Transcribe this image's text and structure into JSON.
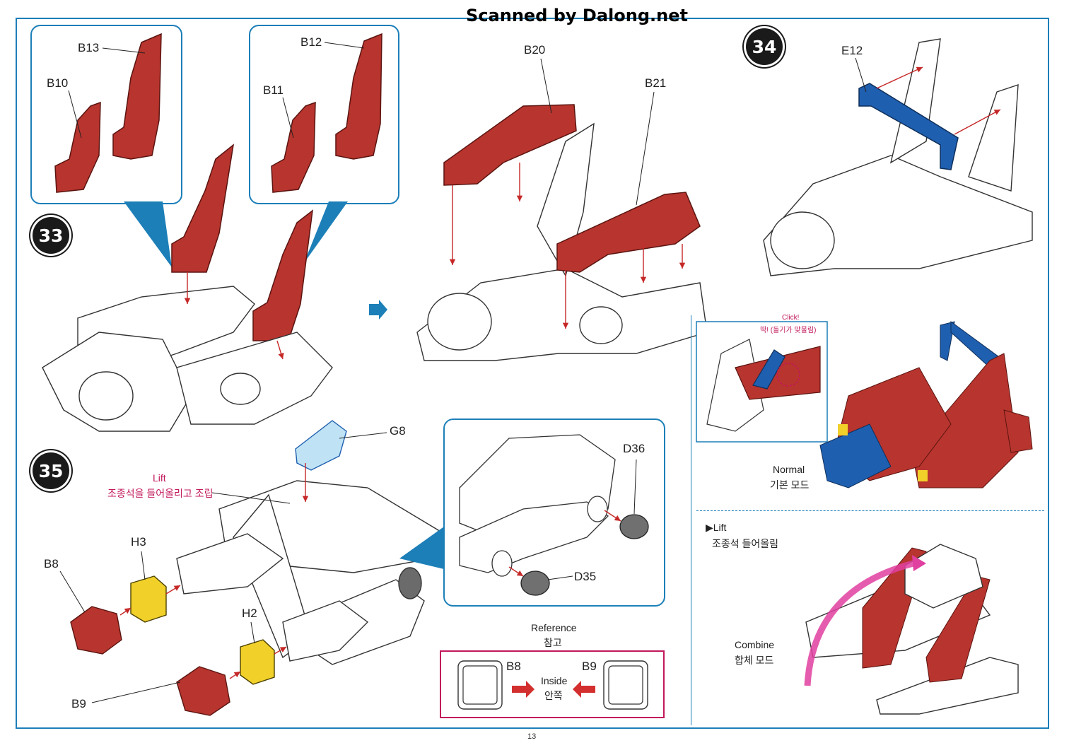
{
  "watermark": "Scanned by Dalong.net",
  "page_number": "13",
  "colors": {
    "red": "#b8342e",
    "blue": "#1f5fb0",
    "yellow": "#f1d02a",
    "accent": "#1c7fb8",
    "pink": "#c2185b",
    "gray": "#6b6b6b"
  },
  "steps": {
    "s33": "33",
    "s34": "34",
    "s35": "35"
  },
  "step33": {
    "left_callout": {
      "top": "B13",
      "bottom": "B10"
    },
    "right_callout": {
      "top": "B12",
      "bottom": "B11"
    },
    "parts": {
      "b20": "B20",
      "b21": "B21"
    }
  },
  "step34": {
    "part": "E12",
    "click_en": "Click!",
    "click_ko": "딱! (돌기가 맞물림)",
    "normal_en": "Normal",
    "normal_ko": "기본 모드",
    "lift_en": "▶Lift",
    "lift_ko": "조종석 들어올림",
    "combine_en": "Combine",
    "combine_ko": "합체 모드"
  },
  "step35": {
    "g8": "G8",
    "lift_en": "Lift",
    "lift_ko": "조종석을 들어올리고 조립",
    "h3": "H3",
    "b8": "B8",
    "h2": "H2",
    "b9": "B9",
    "d36": "D36",
    "d35": "D35",
    "reference_en": "Reference",
    "reference_ko": "참고",
    "ref_b8": "B8",
    "ref_b9": "B9",
    "inside_en": "Inside",
    "inside_ko": "안쪽"
  }
}
